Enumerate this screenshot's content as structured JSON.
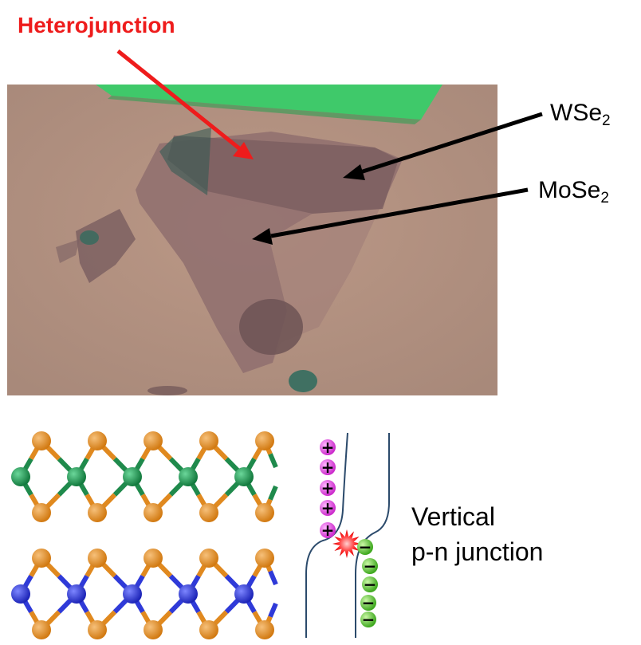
{
  "title": "Heterojunction",
  "labels": {
    "wse2_main": "WSe",
    "wse2_sub": "2",
    "mose2_main": "MoSe",
    "mose2_sub": "2",
    "pn_line1": "Vertical",
    "pn_line2": "p-n junction"
  },
  "holes": [
    "+",
    "+",
    "+",
    "+",
    "+"
  ],
  "electrons": [
    "−",
    "−",
    "−",
    "−",
    "−"
  ],
  "colors": {
    "title": "#ee1c1c",
    "substrate": "#b89583",
    "flake": "#8e6f6d",
    "electrode": "#3fc96a",
    "selenium": "#e0891f",
    "tungsten": "#1f8a4c",
    "molybdenum": "#2f3ad8",
    "hole": "#e04de0",
    "electron": "#5cc93a",
    "band": "#2b4a6b"
  }
}
